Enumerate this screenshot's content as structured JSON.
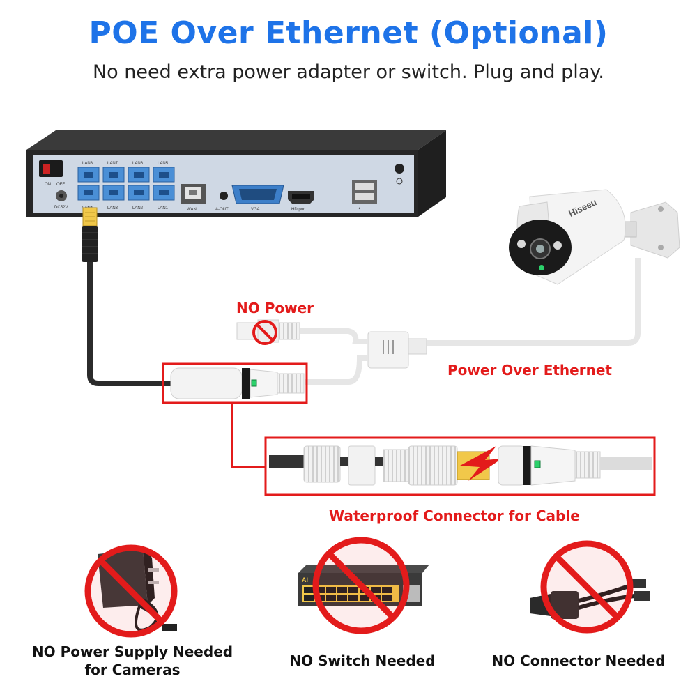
{
  "header": {
    "title": "POE Over Ethernet (Optional)",
    "subtitle": "No need extra power adapter or switch. Plug and play."
  },
  "nvr": {
    "port_labels_top": [
      "LAN8",
      "LAN7",
      "LAN6",
      "LAN5"
    ],
    "port_labels_bottom": [
      "LAN4",
      "LAN3",
      "LAN2",
      "LAN1"
    ],
    "on_label": "ON",
    "off_label": "OFF",
    "power_label": "DC52V",
    "wan_label": "WAN",
    "audio_label": "A-OUT",
    "vga_label": "VGA",
    "hdmi_label": "HD port",
    "usb_label": "⭠"
  },
  "camera": {
    "brand": "Hiseeu"
  },
  "diagram": {
    "no_power_label": "NO Power",
    "poe_label": "Power Over Ethernet",
    "waterproof_label": "Waterproof Connector for Cable"
  },
  "bottom": {
    "items": [
      {
        "caption_line1": "NO Power Supply Needed",
        "caption_line2": "for Cameras"
      },
      {
        "caption_line1": "NO Switch Needed",
        "caption_line2": ""
      },
      {
        "caption_line1": "NO Connector Needed",
        "caption_line2": ""
      }
    ],
    "switch_badge": "AI"
  },
  "colors": {
    "title_blue": "#1e73e8",
    "accent_red": "#e31b1b",
    "port_blue": "#4a8fd6",
    "panel_gray": "#cfd8e4"
  }
}
